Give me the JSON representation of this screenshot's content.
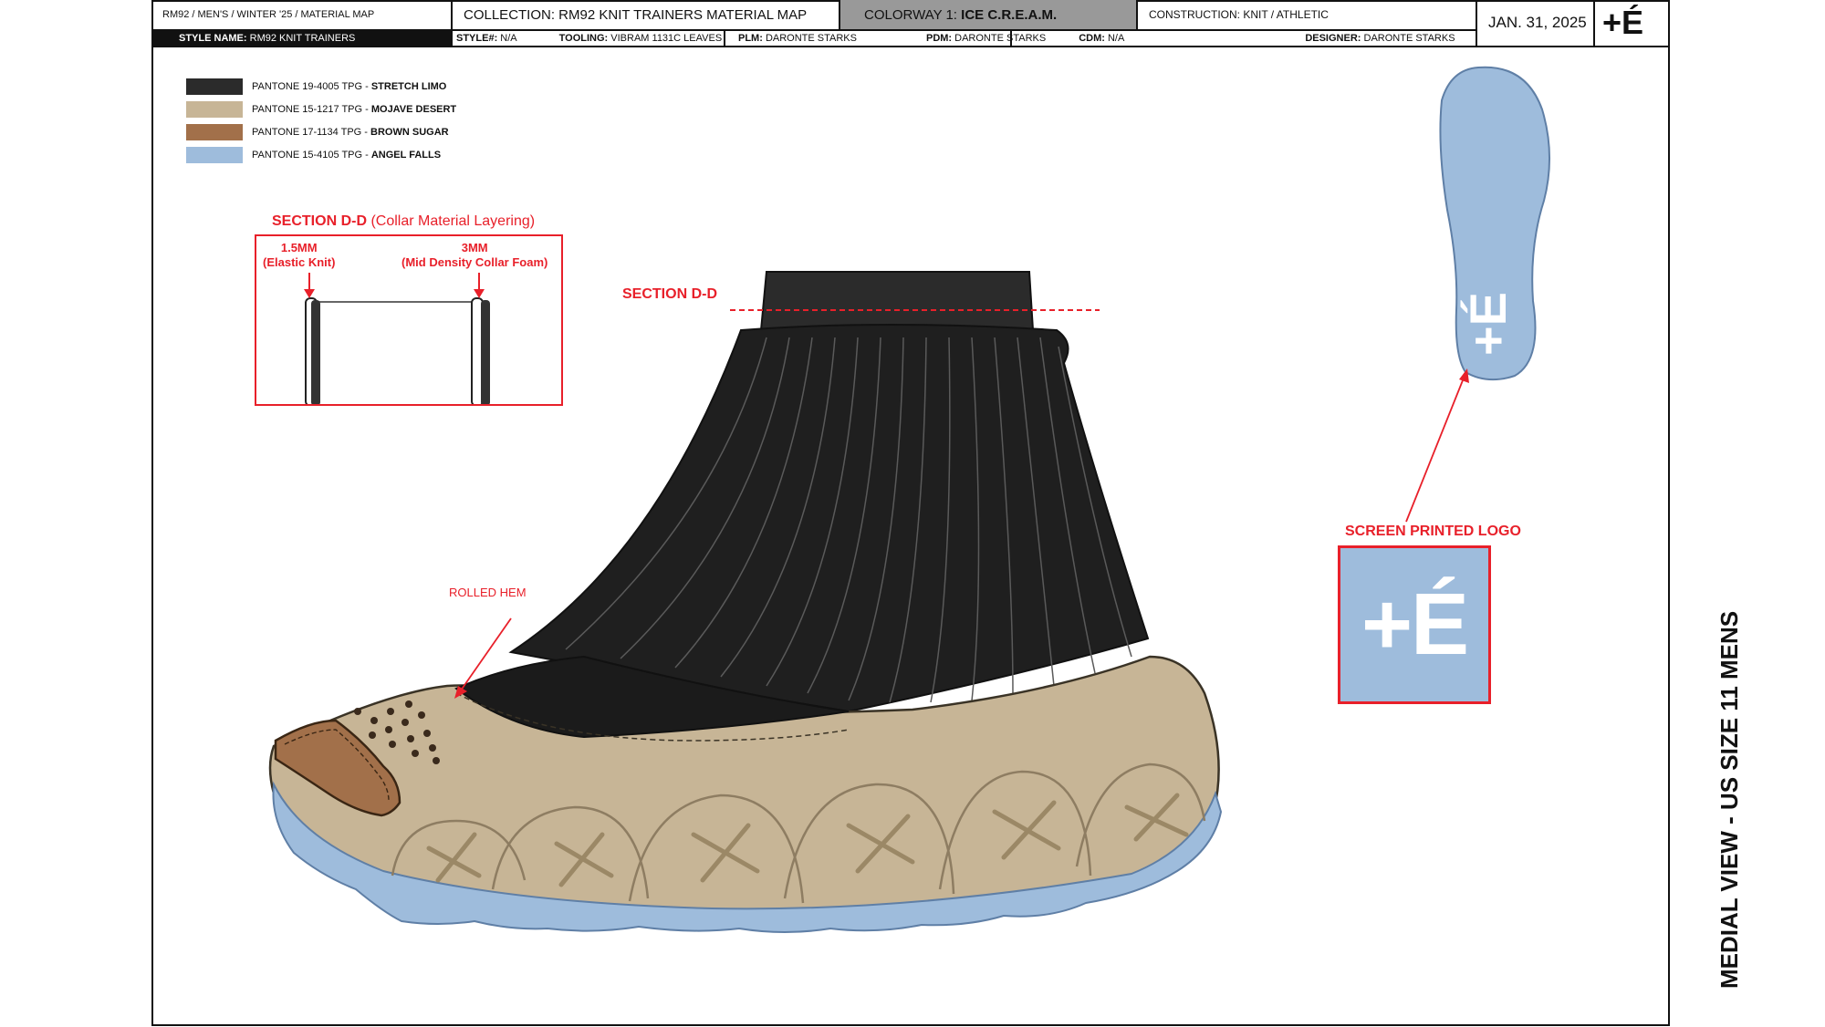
{
  "header": {
    "season_path": "RM92 / MEN'S / WINTER '25 / MATERIAL MAP",
    "collection": "COLLECTION: RM92 KNIT TRAINERS MATERIAL MAP",
    "colorway_label": "COLORWAY 1:",
    "colorway_name": "ICE C.R.E.A.M.",
    "construction": "CONSTRUCTION: KNIT / ATHLETIC",
    "date": "JAN. 31, 2025",
    "brand_mark": "+É",
    "style_name_label": "STYLE NAME:",
    "style_name": "RM92 KNIT TRAINERS",
    "style_no_label": "STYLE#:",
    "style_no": "N/A",
    "tooling_label": "TOOLING:",
    "tooling": "VIBRAM 1131C LEAVES",
    "plm_label": "PLM:",
    "plm": "DARONTE STARKS",
    "pdm_label": "PDM:",
    "pdm": "DARONTE STARKS",
    "cdm_label": "CDM:",
    "cdm": "N/A",
    "designer_label": "DESIGNER:",
    "designer": "DARONTE STARKS"
  },
  "legend": [
    {
      "code": "PANTONE 19-4005 TPG -",
      "name": "STRETCH LIMO",
      "color": "#2b2b2b"
    },
    {
      "code": "PANTONE 15-1217 TPG -",
      "name": "MOJAVE DESERT",
      "color": "#c7b596"
    },
    {
      "code": "PANTONE 17-1134 TPG -",
      "name": "BROWN SUGAR",
      "color": "#a2704a"
    },
    {
      "code": "PANTONE 15-4105 TPG -",
      "name": "ANGEL FALLS",
      "color": "#9ebcdc"
    }
  ],
  "section": {
    "title": "SECTION D-D",
    "subtitle": "(Collar Material Layering)",
    "callout_left_size": "1.5MM",
    "callout_left_desc": "(Elastic Knit)",
    "callout_right_size": "3MM",
    "callout_right_desc": "(Mid Density Collar Foam)",
    "marker_label": "SECTION D-D"
  },
  "callouts": {
    "rolled_hem": "ROLLED HEM",
    "screen_printed_logo": "SCREEN PRINTED LOGO",
    "logo_text": "+É",
    "insole_logo": "+É"
  },
  "view_label": "MEDIAL VIEW - US SIZE 11 MENS"
}
